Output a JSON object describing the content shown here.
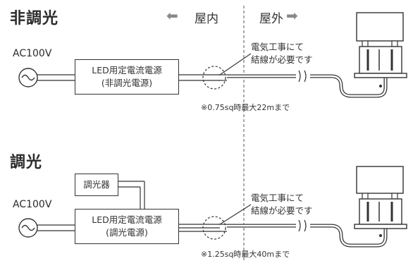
{
  "top": {
    "title": "非調光",
    "ac_label": "AC100V",
    "power_box": {
      "line1": "LED用定電流電源",
      "line2": "(非調光電源)"
    },
    "note": {
      "line1": "電気工事にて",
      "line2": "結線が必要です"
    },
    "cable_spec": "※0.75sq時最大22mまで"
  },
  "bottom": {
    "title": "調光",
    "dimmer_label": "調光器",
    "ac_label": "AC100V",
    "power_box": {
      "line1": "LED用定電流電源",
      "line2": "(調光電源)"
    },
    "note": {
      "line1": "電気工事にて",
      "line2": "結線が必要です"
    },
    "cable_spec": "※1.25sq時最大40mまで"
  },
  "zones": {
    "indoor": "屋内",
    "outdoor": "屋外",
    "indoor_arrow": "⬅",
    "outdoor_arrow": "➡"
  }
}
